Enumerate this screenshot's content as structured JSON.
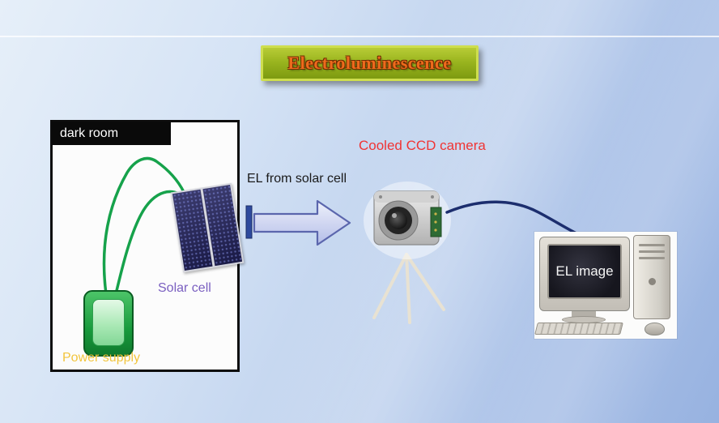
{
  "slide": {
    "title": "Electroluminescence",
    "dark_room_label": "dark room",
    "solar_cell_label": "Solar cell",
    "power_supply_label": "Power supply",
    "arrow_label": "EL from solar cell",
    "camera_label": "Cooled CCD camera",
    "monitor_text": "EL image"
  },
  "colors": {
    "title_text": "#ee6a1c",
    "title_background_top": "#b8cc36",
    "title_background_bottom": "#7d9a10",
    "title_border": "#cede4e",
    "camera_label": "#f03434",
    "solar_cell_label": "#7a5fc0",
    "power_supply_label": "#f2c53d",
    "wire_green": "#16a24b",
    "cable_navy": "#1c2e6e",
    "arrow_fill_light": "#eef1fb",
    "arrow_fill_dark": "#b4bde8",
    "arrow_outline": "#5b66ad"
  }
}
